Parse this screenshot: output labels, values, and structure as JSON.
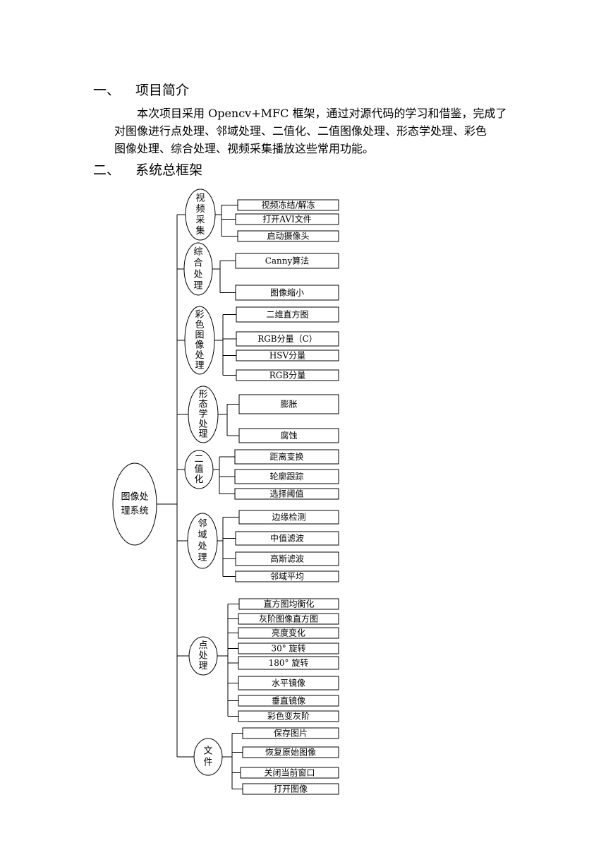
{
  "sections": [
    {
      "num": "一、",
      "title": "项目简介"
    },
    {
      "num": "二、",
      "title": "系统总框架"
    }
  ],
  "intro_lines": [
    "本次项目采用 Opencv+MFC 框架，通过对源代码的学习和借鉴，完成了",
    "对图像进行点处理、邻域处理、二值化、二值图像处理、形态学处理、彩色",
    "图像处理、综合处理、视频采集播放这些常用功能。"
  ],
  "root": {
    "lines": [
      "图像处",
      "理系统"
    ]
  },
  "groups": [
    {
      "name_chars": [
        "视",
        "频",
        "采",
        "集"
      ],
      "items": [
        "视频冻结/解冻",
        "打开AVI文件",
        "启动摄像头"
      ]
    },
    {
      "name_chars": [
        "综",
        "合",
        "处",
        "理"
      ],
      "items": [
        "Canny算法",
        "图像缩小"
      ]
    },
    {
      "name_chars": [
        "彩",
        "色",
        "图",
        "像",
        "处",
        "理"
      ],
      "items": [
        "二维直方图",
        "RGB分量（C）",
        "HSV分量",
        "RGB分量"
      ]
    },
    {
      "name_chars": [
        "形",
        "态",
        "学",
        "处",
        "理"
      ],
      "items": [
        "膨胀",
        "腐蚀"
      ]
    },
    {
      "name_chars": [
        "二",
        "值",
        "化"
      ],
      "items": [
        "距离变换",
        "轮廓跟踪",
        "选择阈值"
      ]
    },
    {
      "name_chars": [
        "邻",
        "域",
        "处",
        "理"
      ],
      "items": [
        "边缘检测",
        "中值滤波",
        "高斯滤波",
        "邻域平均"
      ]
    },
    {
      "name_chars": [
        "点",
        "处",
        "理"
      ],
      "items": [
        "直方图均衡化",
        "灰阶图像直方图",
        "亮度变化",
        "30° 旋转",
        "180° 旋转",
        "水平镜像",
        "垂直镜像",
        "彩色变灰阶"
      ]
    },
    {
      "name_chars": [
        "文",
        "件"
      ],
      "items": [
        "保存图片",
        "恢复原始图像",
        "关闭当前窗口",
        "打开图像"
      ]
    }
  ]
}
